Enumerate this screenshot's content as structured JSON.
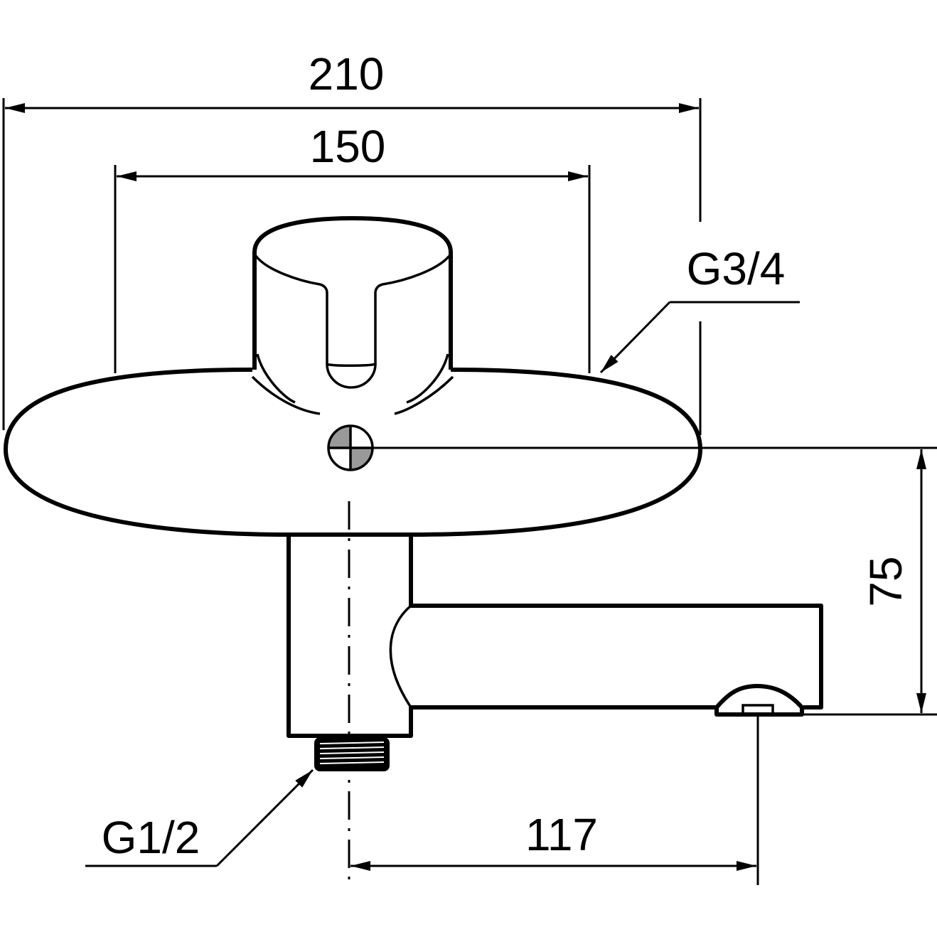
{
  "drawing": {
    "dimensions": {
      "overall_width": "210",
      "inlet_spacing": "150",
      "spout_height": "75",
      "spout_reach": "117"
    },
    "threads": {
      "inlet": "G3/4",
      "outlet": "G1/2"
    },
    "colors": {
      "line": "#000000",
      "marker_fill": "#999999"
    }
  }
}
